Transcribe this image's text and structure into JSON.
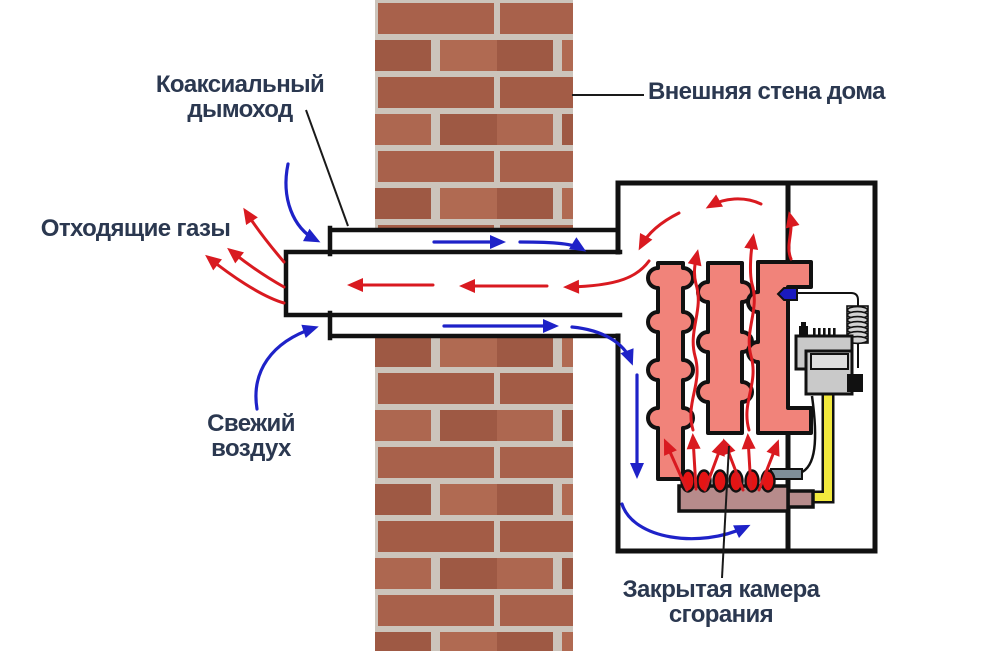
{
  "labels": {
    "coaxial_flue": {
      "line1": "Коаксиальный",
      "line2": "дымоход"
    },
    "outer_wall": "Внешняя стена дома",
    "exhaust_gases": "Отходящие газы",
    "fresh_air": {
      "line1": "Свежий",
      "line2": "воздух"
    },
    "combustion_chamber": {
      "line1": "Закрытая камера",
      "line2": "сгорания"
    }
  },
  "colors": {
    "outline": "#111111",
    "label_navy": "#2b3850",
    "arrow_red": "#d91a20",
    "arrow_blue": "#1e22c8",
    "exchanger_pink": "#f1837a",
    "burner_mauve": "#b78b8b",
    "flame_red": "#e51414",
    "gas_yellow": "#f2e93d",
    "valve_gray": "#c9c9c9",
    "valve_gray_light": "#dedede",
    "coil_gray": "#d2d2d2",
    "igniter_gray": "#7e8e99",
    "sensor_blue": "#1a1abf",
    "brick_a": "#a8614b",
    "brick_b": "#9e5944",
    "brick_c": "#b06a52",
    "brick_d": "#a35c46",
    "brick_e": "#ad6750",
    "mortar": "#ccc4bb"
  }
}
